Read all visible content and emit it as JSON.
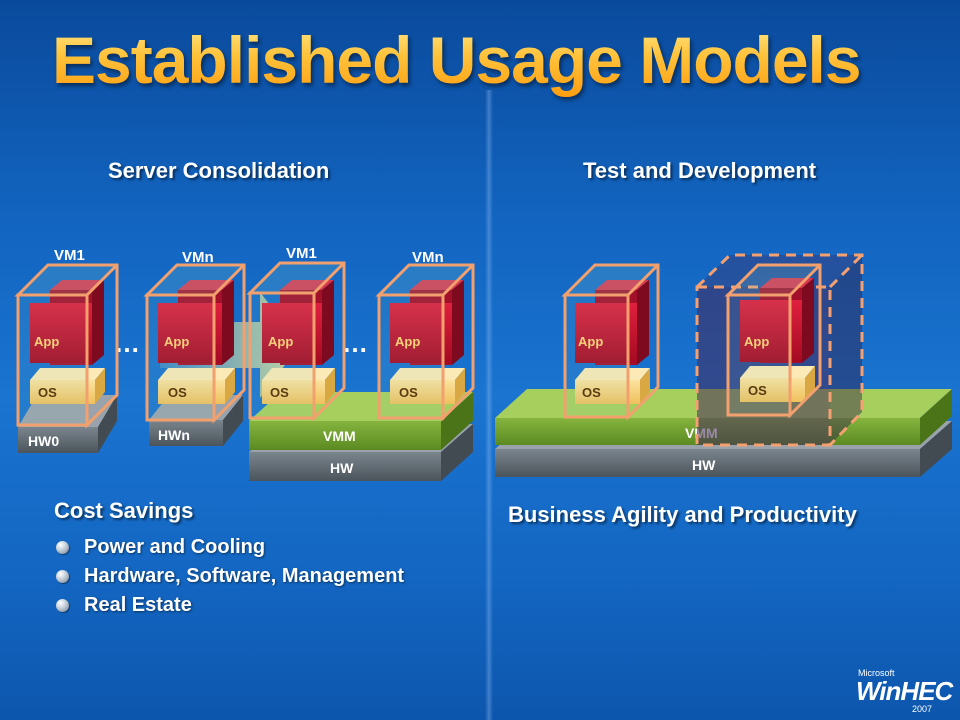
{
  "slide": {
    "title": "Established Usage Models",
    "left_heading": "Server Consolidation",
    "right_heading": "Test and Development",
    "left_benefit_heading": "Cost Savings",
    "left_benefits": [
      "Power and Cooling",
      "Hardware, Software, Management",
      "Real Estate"
    ],
    "right_benefit_heading": "Business Agility and Productivity"
  },
  "diagram": {
    "consolidation": {
      "before": [
        {
          "vm": "VM1",
          "app": "App",
          "os": "OS",
          "hw": "HW0"
        },
        {
          "vm": "VMn",
          "app": "App",
          "os": "OS",
          "hw": "HWn"
        }
      ],
      "after": {
        "vms": [
          {
            "vm": "VM1",
            "app": "App",
            "os": "OS"
          },
          {
            "vm": "VMn",
            "app": "App",
            "os": "OS"
          }
        ],
        "vmm": "VMM",
        "hw": "HW"
      },
      "ellipsis": "…"
    },
    "testdev": {
      "vms": [
        {
          "app": "App",
          "os": "OS"
        },
        {
          "app": "App",
          "os": "OS"
        }
      ],
      "vmm": "VMM",
      "hw": "HW"
    }
  },
  "colors": {
    "title_gold": "#ffc23a",
    "vm_frame": "#f2a06e",
    "app_red": "#c8102e",
    "os_yellow": "#f7d27a",
    "vmm_green": "#6b9a2e",
    "hw_gray": "#5f6a73"
  },
  "brand": {
    "microsoft": "Microsoft",
    "name": "WinHEC",
    "year": "2007"
  }
}
